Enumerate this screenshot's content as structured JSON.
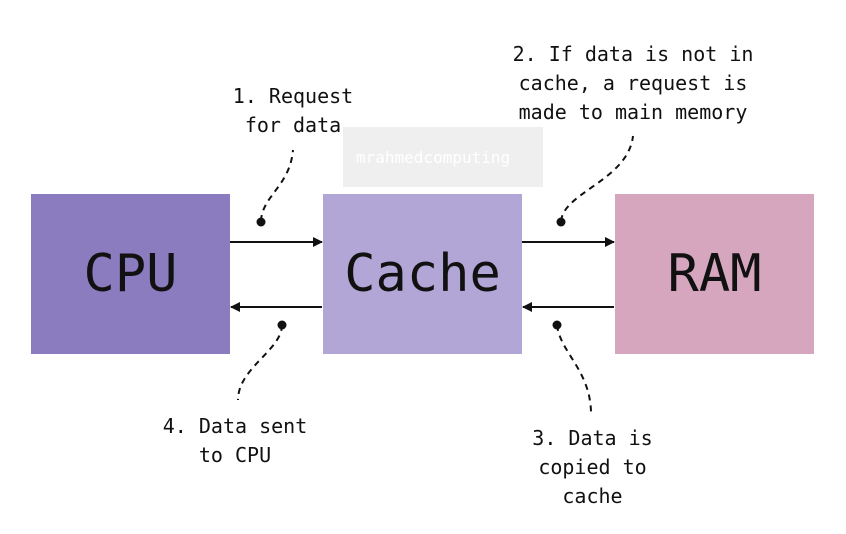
{
  "diagram": {
    "components": [
      {
        "id": "cpu",
        "label": "CPU",
        "color": "#8b7bbf"
      },
      {
        "id": "cache",
        "label": "Cache",
        "color": "#b2a6d6"
      },
      {
        "id": "ram",
        "label": "RAM",
        "color": "#d6a6bf"
      }
    ],
    "steps": [
      {
        "number": 1,
        "text": "1. Request\nfor data"
      },
      {
        "number": 2,
        "text": "2. If data is not in\ncache, a request is\nmade to main memory"
      },
      {
        "number": 3,
        "text": "3. Data is\ncopied to\ncache"
      },
      {
        "number": 4,
        "text": "4. Data sent\nto CPU"
      }
    ],
    "connections": [
      {
        "from": "cpu",
        "to": "cache",
        "step": 1
      },
      {
        "from": "cache",
        "to": "ram",
        "step": 2
      },
      {
        "from": "ram",
        "to": "cache",
        "step": 3
      },
      {
        "from": "cache",
        "to": "cpu",
        "step": 4
      }
    ],
    "watermark": "mrahmedcomputing",
    "line_color": "#111111"
  }
}
